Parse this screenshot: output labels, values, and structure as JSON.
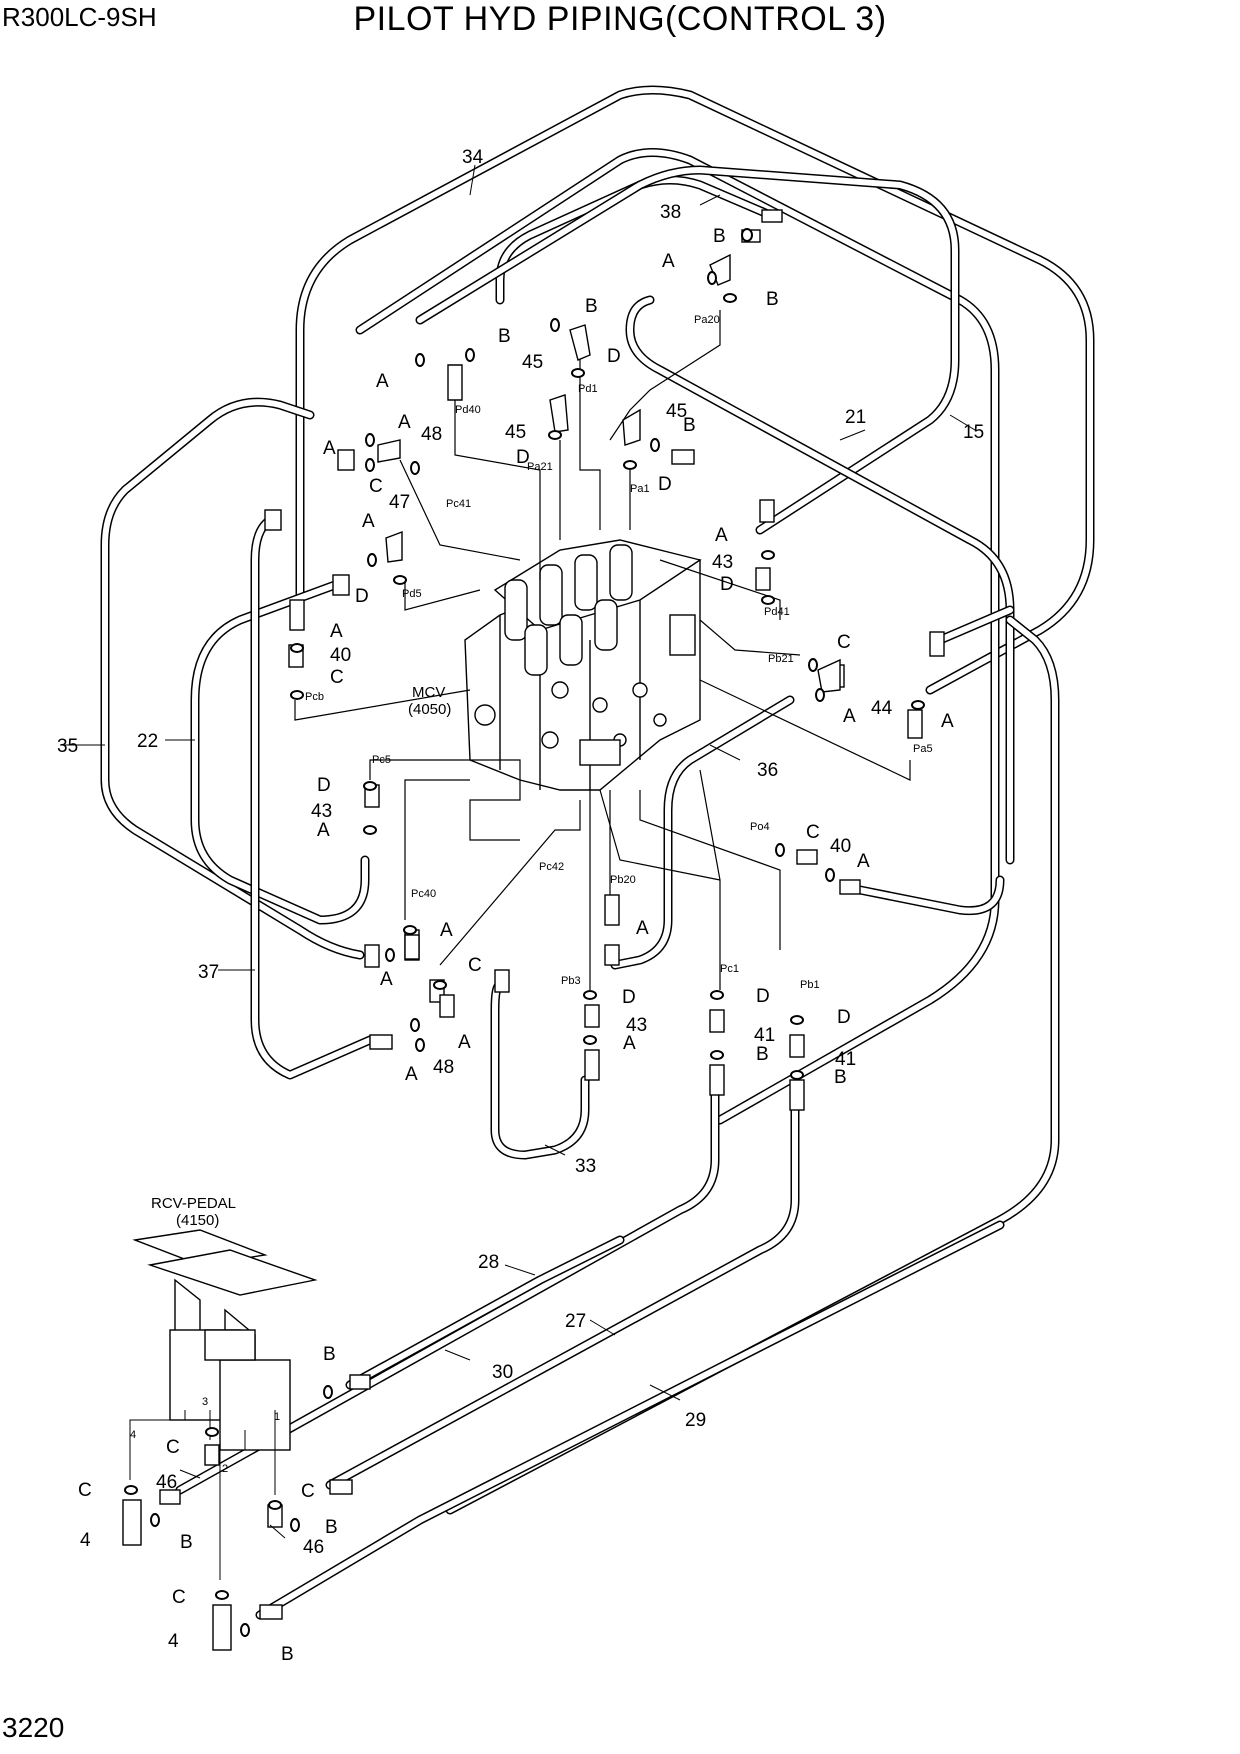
{
  "header": {
    "model": "R300LC-9SH",
    "title": "PILOT HYD PIPING(CONTROL 3)"
  },
  "footer": {
    "page_number": "3220"
  },
  "components": {
    "mcv_name": "MCV",
    "mcv_code": "(4050)",
    "pedal_name": "RCV-PEDAL",
    "pedal_code": "(4150)"
  },
  "part_numbers": {
    "p34": "34",
    "p38": "38",
    "p21": "21",
    "p15": "15",
    "p35": "35",
    "p22": "22",
    "p36": "36",
    "p37": "37",
    "p33": "33",
    "p28": "28",
    "p27": "27",
    "p30": "30",
    "p29": "29",
    "p48a": "48",
    "p48b": "48",
    "p47": "47",
    "p45a": "45",
    "p45b": "45",
    "p45c": "45",
    "p43a": "43",
    "p43b": "43",
    "p43c": "43",
    "p40a": "40",
    "p40b": "40",
    "p44": "44",
    "p41a": "41",
    "p41b": "41",
    "p46a": "46",
    "p46b": "46",
    "p4a": "4",
    "p4b": "4"
  },
  "seal_letters": {
    "A": "A",
    "B": "B",
    "C": "C",
    "D": "D"
  },
  "ports": {
    "pa20": "Pa20",
    "pd1": "Pd1",
    "pd40": "Pd40",
    "pa21": "Pa21",
    "pa1": "Pa1",
    "pc41": "Pc41",
    "pd5": "Pd5",
    "pd41": "Pd41",
    "pb21": "Pb21",
    "pcb": "Pcb",
    "pa5": "Pa5",
    "pc5": "Pc5",
    "pc42": "Pc42",
    "pc40": "Pc40",
    "pb20": "Pb20",
    "po4": "Po4",
    "pc1": "Pc1",
    "pb3": "Pb3",
    "pb1": "Pb1"
  },
  "pedal_ports": {
    "n1": "1",
    "n2": "2",
    "n3": "3",
    "n4": "4"
  }
}
